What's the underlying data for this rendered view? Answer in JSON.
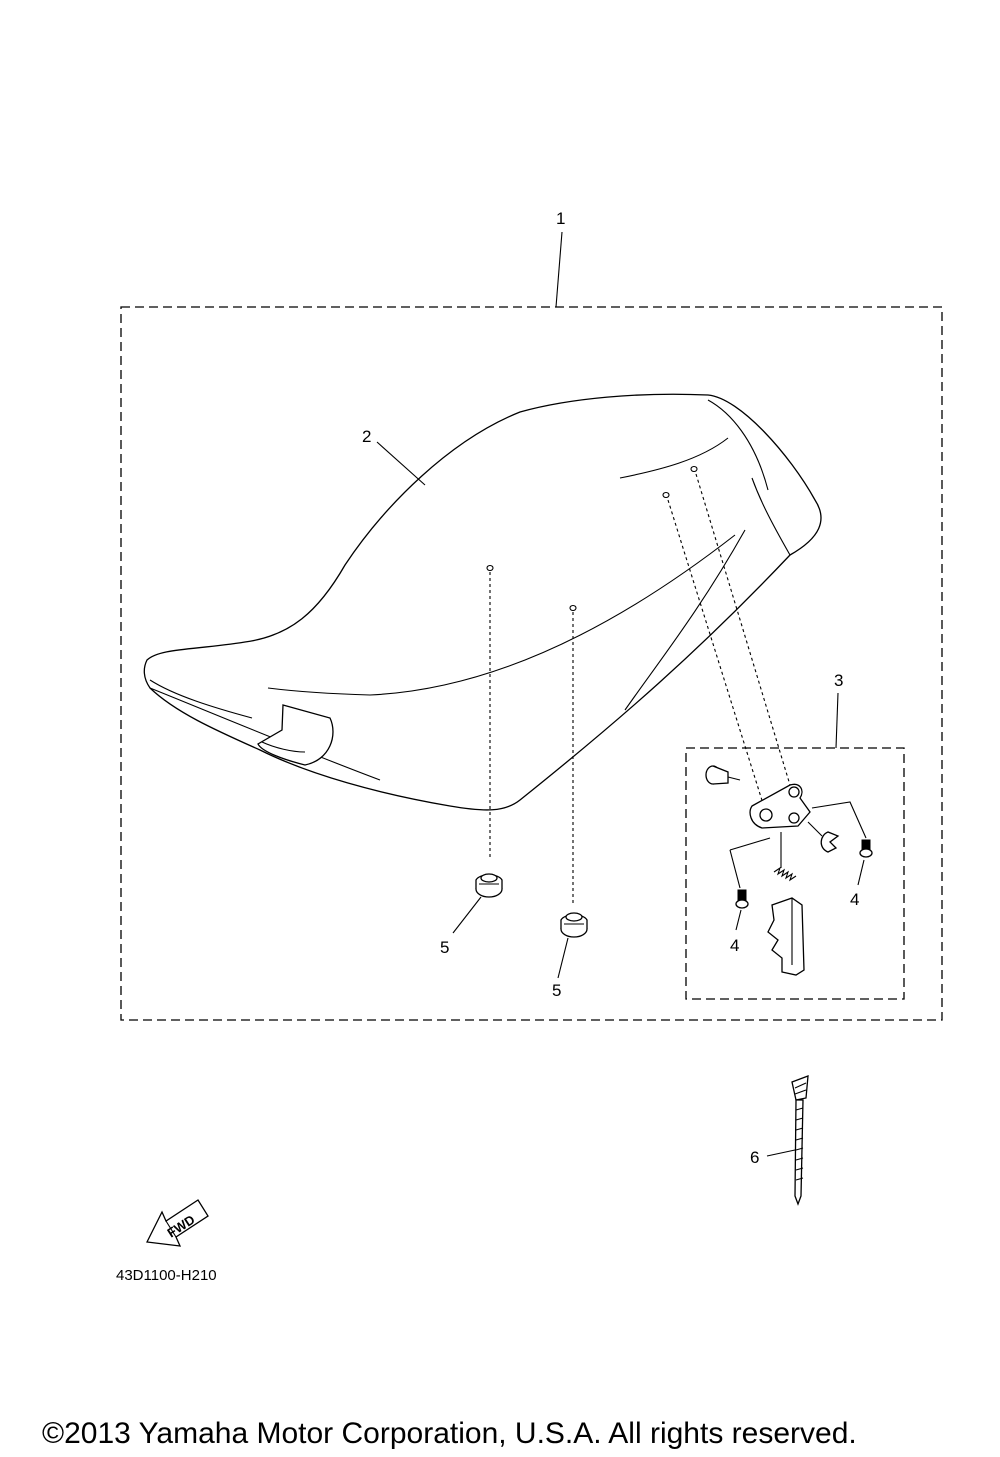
{
  "callouts": {
    "c1": "1",
    "c2": "2",
    "c3": "3",
    "c4a": "4",
    "c4b": "4",
    "c5a": "5",
    "c5b": "5",
    "c6": "6"
  },
  "fwd_label": "FWD",
  "diagram_code": "43D1100-H210",
  "copyright": "©2013 Yamaha Motor Corporation, U.S.A. All rights reserved."
}
